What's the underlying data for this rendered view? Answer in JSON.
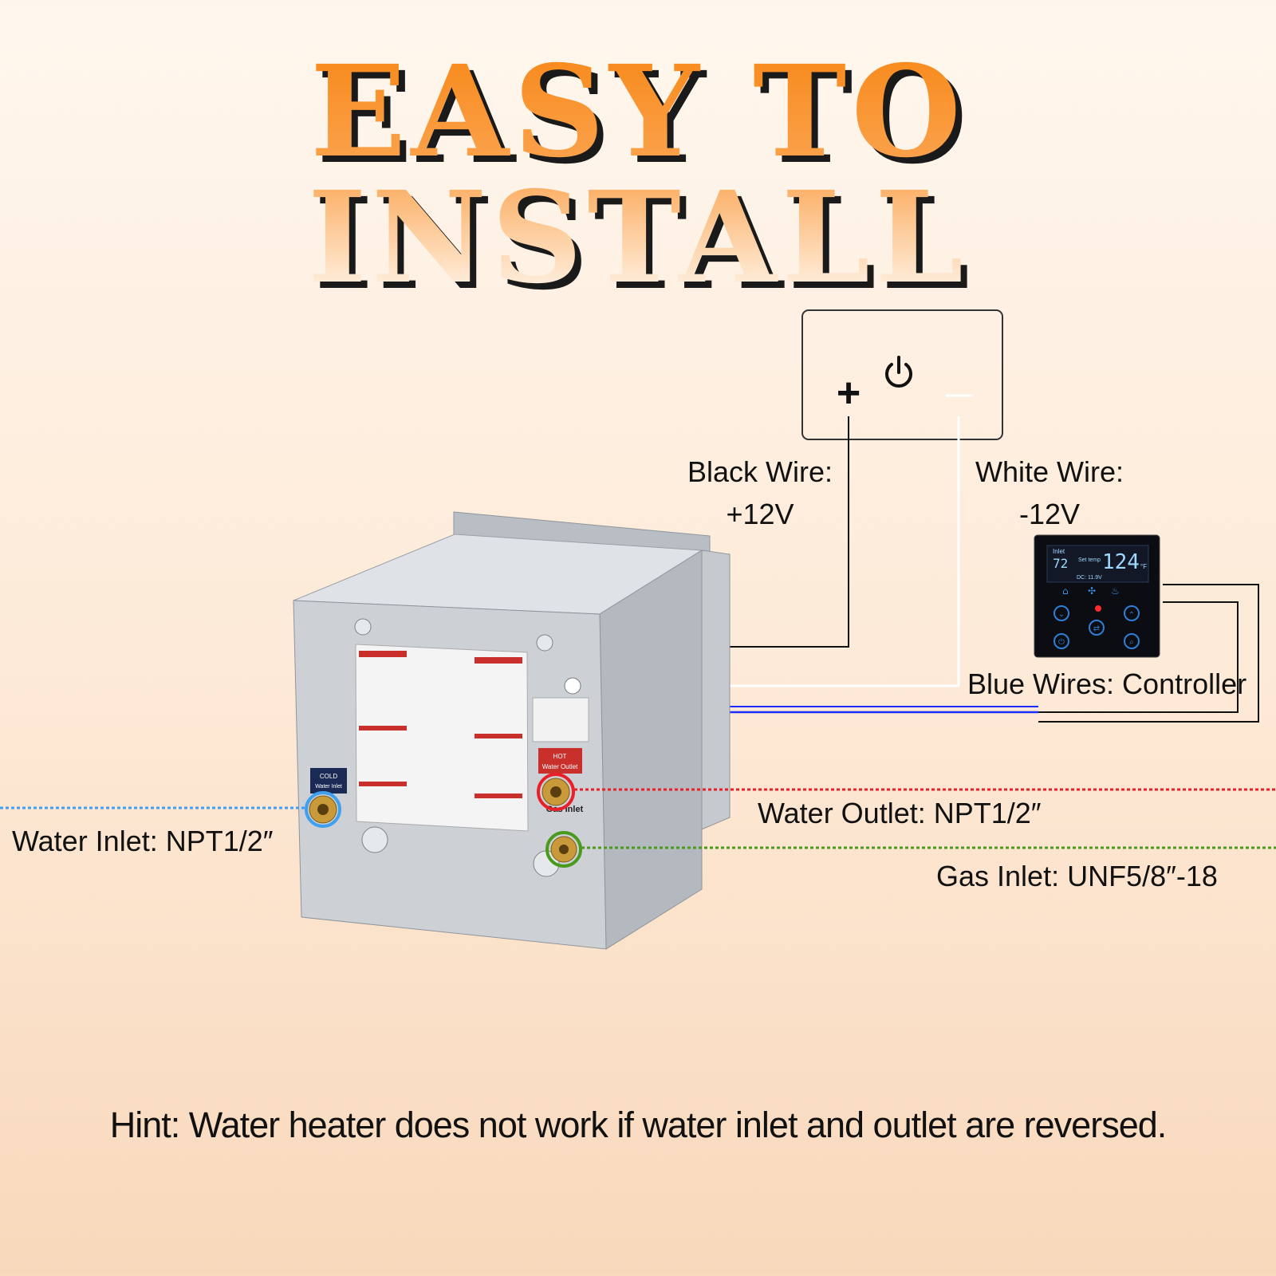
{
  "title": "EASY TO INSTALL",
  "power_box": {
    "plus_symbol": "+",
    "minus_symbol": "–",
    "power_icon": "power-icon"
  },
  "wires": {
    "black": {
      "label": "Black Wire:",
      "value": "+12V",
      "color": "#111111"
    },
    "white": {
      "label": "White Wire:",
      "value": "-12V",
      "color": "#ffffff"
    },
    "blue": {
      "label": "Blue Wires: Controller",
      "color": "#1a2cff"
    }
  },
  "ports": {
    "water_inlet": {
      "label": "Water Inlet: NPT1/2″",
      "color": "#3ea0ee"
    },
    "water_outlet": {
      "label": "Water Outlet: NPT1/2″",
      "color": "#e8202a"
    },
    "gas_inlet": {
      "label": "Gas Inlet: UNF5/8″-18",
      "color": "#4a9a1e"
    }
  },
  "heater_tags": {
    "cold_line1": "COLD",
    "cold_line2": "Water Inlet",
    "hot_line1": "HOT",
    "hot_line2": "Water Outlet",
    "gas": "Gas Inlet"
  },
  "controller_display": {
    "inlet_tag": "Inlet",
    "inlet_temp": "72",
    "set_temp_tag": "Set temp",
    "set_temp": "124",
    "unit": "°F",
    "voltage": "DC: 11.9V"
  },
  "hint": "Hint: Water heater does not work if water inlet and outlet are reversed."
}
